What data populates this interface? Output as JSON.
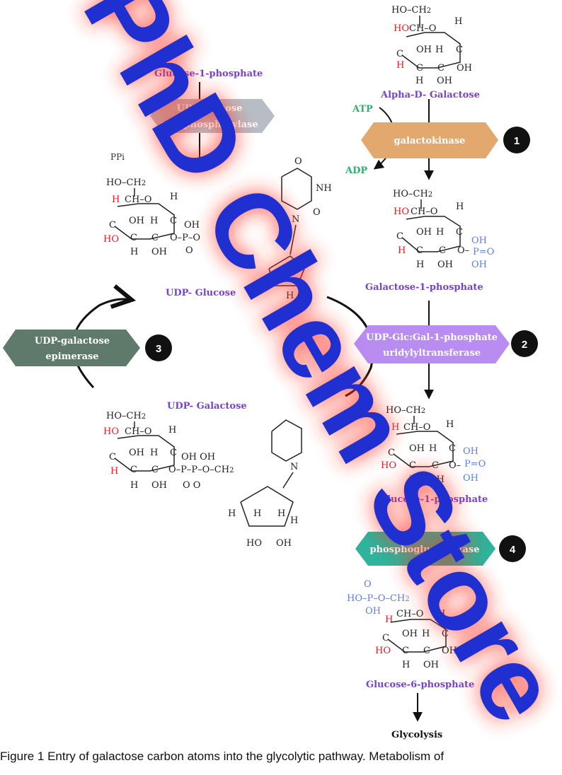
{
  "labels": {
    "alpha_galactose": "Alpha-D- Galactose",
    "glucose_1_phosphate": "Glucose-1-phosphate",
    "galactose_1_phosphate": "Galactose-1-phosphate",
    "udp_glucose": "UDP- Glucose",
    "udp_galactose": "UDP- Galactose",
    "glucose_1_phosphate_2": "Glucose-1-phosphate",
    "glucose_6_phosphate": "Glucose-6-phosphate",
    "glycolysis": "Glycolysis",
    "atp": "ATP",
    "adp": "ADP",
    "ppi": "PPi"
  },
  "enzymes": {
    "galactokinase": "galactokinase",
    "udp_glucose_pyro_line1": "UDP-glucose",
    "udp_glucose_pyro_line2": "pyrophosphorylase",
    "transferase_line1": "UDP-Glc:Gal-1-phosphate",
    "transferase_line2": "uridylyltransferase",
    "epimerase_line1": "UDP-galactose",
    "epimerase_line2": "epimerase",
    "phosphoglucomutase": "phosphoglucomutase"
  },
  "step_numbers": [
    "1",
    "2",
    "3",
    "4"
  ],
  "watermark": "PhD Chem Store",
  "caption": "Figure 1 Entry of galactose carbon atoms into the glycolytic pathway. Metabolism of",
  "colors": {
    "galactokinase": "#e2a86e",
    "transferase": "#b98cf2",
    "epimerase": "#5f7a6b",
    "pyrophosphorylase": "#b8bcc4",
    "mutase": "#2fb39b",
    "product_label": "#7a3fd6",
    "cofactor": "#2eaf6a",
    "watermark_text": "#1f2fd0",
    "watermark_glow": "#ff2a1a"
  }
}
